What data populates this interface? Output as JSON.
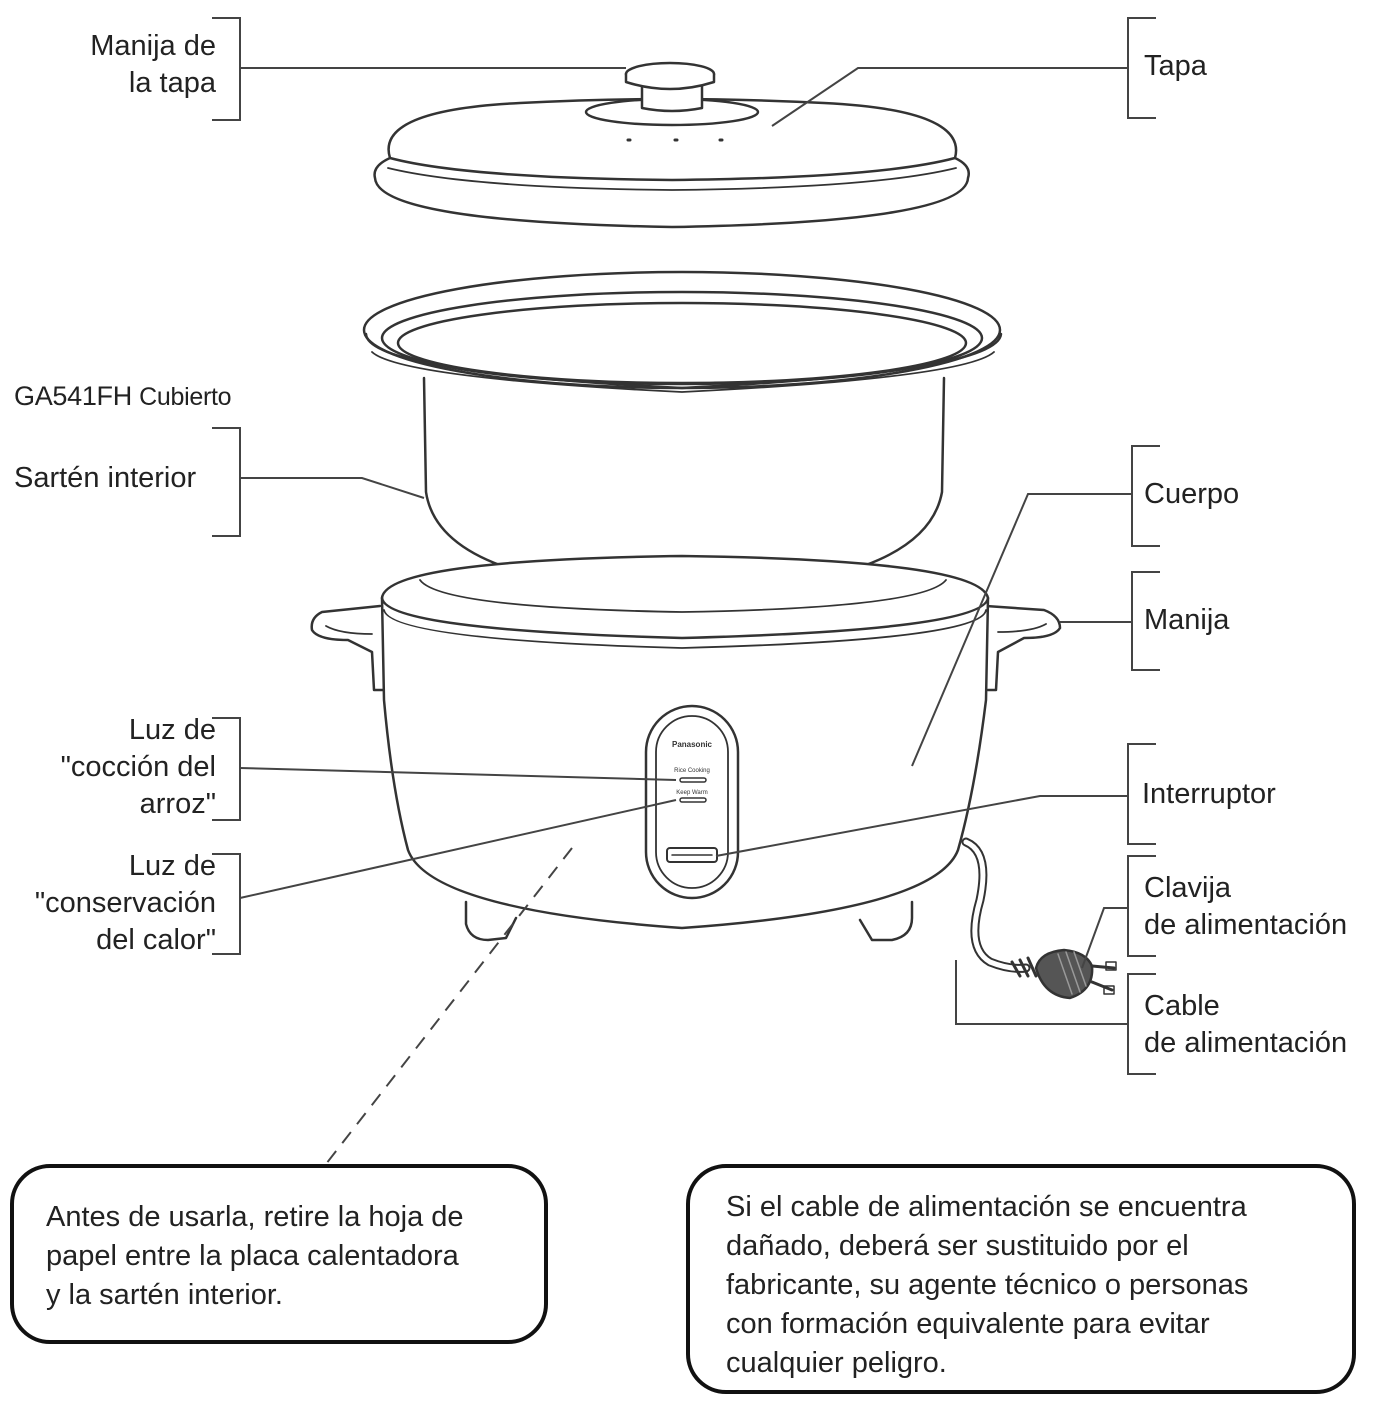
{
  "model": {
    "code": "GA541FH",
    "variant": "Cubierto"
  },
  "labels": {
    "lid_handle": [
      "Manija de",
      "la tapa"
    ],
    "lid": [
      "Tapa"
    ],
    "inner_pan": [
      "Sartén interior"
    ],
    "body": [
      "Cuerpo"
    ],
    "handle": [
      "Manija"
    ],
    "cook_light": [
      "Luz de",
      "\"cocción del",
      "arroz\""
    ],
    "warm_light": [
      "Luz de",
      "\"conservación",
      "del calor\""
    ],
    "switch": [
      "Interruptor"
    ],
    "plug": [
      "Clavija",
      "de alimentación"
    ],
    "cord": [
      "Cable",
      "de alimentación"
    ]
  },
  "panel": {
    "brand": "Panasonic",
    "cooking": "Rice Cooking",
    "warm": "Keep Warm"
  },
  "notes": {
    "paper": [
      "Antes de usarla, retire la hoja de",
      "papel entre la placa calentadora",
      "y la sartén interior."
    ],
    "cord_warning": [
      "Si el cable de alimentación se encuentra",
      "dañado, deberá ser sustituido por el",
      "fabricante, su agente técnico o personas",
      "con formación equivalente para evitar",
      "cualquier peligro."
    ]
  }
}
